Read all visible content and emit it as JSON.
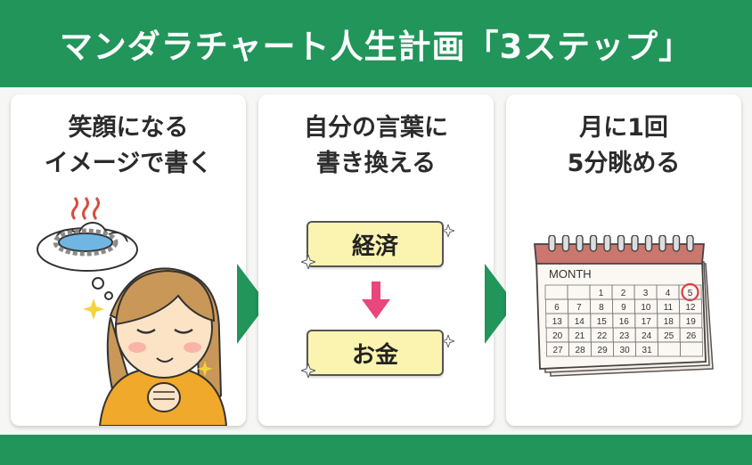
{
  "header": {
    "title": "マンダラチャート人生計画「3ステップ」"
  },
  "steps": [
    {
      "line1": "笑顔になる",
      "line2": "イメージで書く"
    },
    {
      "line1": "自分の言葉に",
      "line2": "書き換える",
      "before_word": "経済",
      "after_word": "お金"
    },
    {
      "line1": "月に1回",
      "line2": "5分眺める",
      "calendar": {
        "month_label": "MONTH",
        "rows": [
          [
            "",
            "",
            "1",
            "2",
            "3",
            "4",
            "5"
          ],
          [
            "6",
            "7",
            "8",
            "9",
            "10",
            "11",
            "12"
          ],
          [
            "13",
            "14",
            "15",
            "16",
            "17",
            "18",
            "19"
          ],
          [
            "20",
            "21",
            "22",
            "23",
            "24",
            "25",
            "26"
          ],
          [
            "27",
            "28",
            "29",
            "30",
            "31",
            "",
            ""
          ]
        ],
        "highlight": "5"
      }
    }
  ],
  "colors": {
    "brand_green": "#21955a",
    "word_box_yellow": "#fbf3b0",
    "arrow_pink": "#e8467c",
    "highlight_red": "#e23b3b"
  }
}
